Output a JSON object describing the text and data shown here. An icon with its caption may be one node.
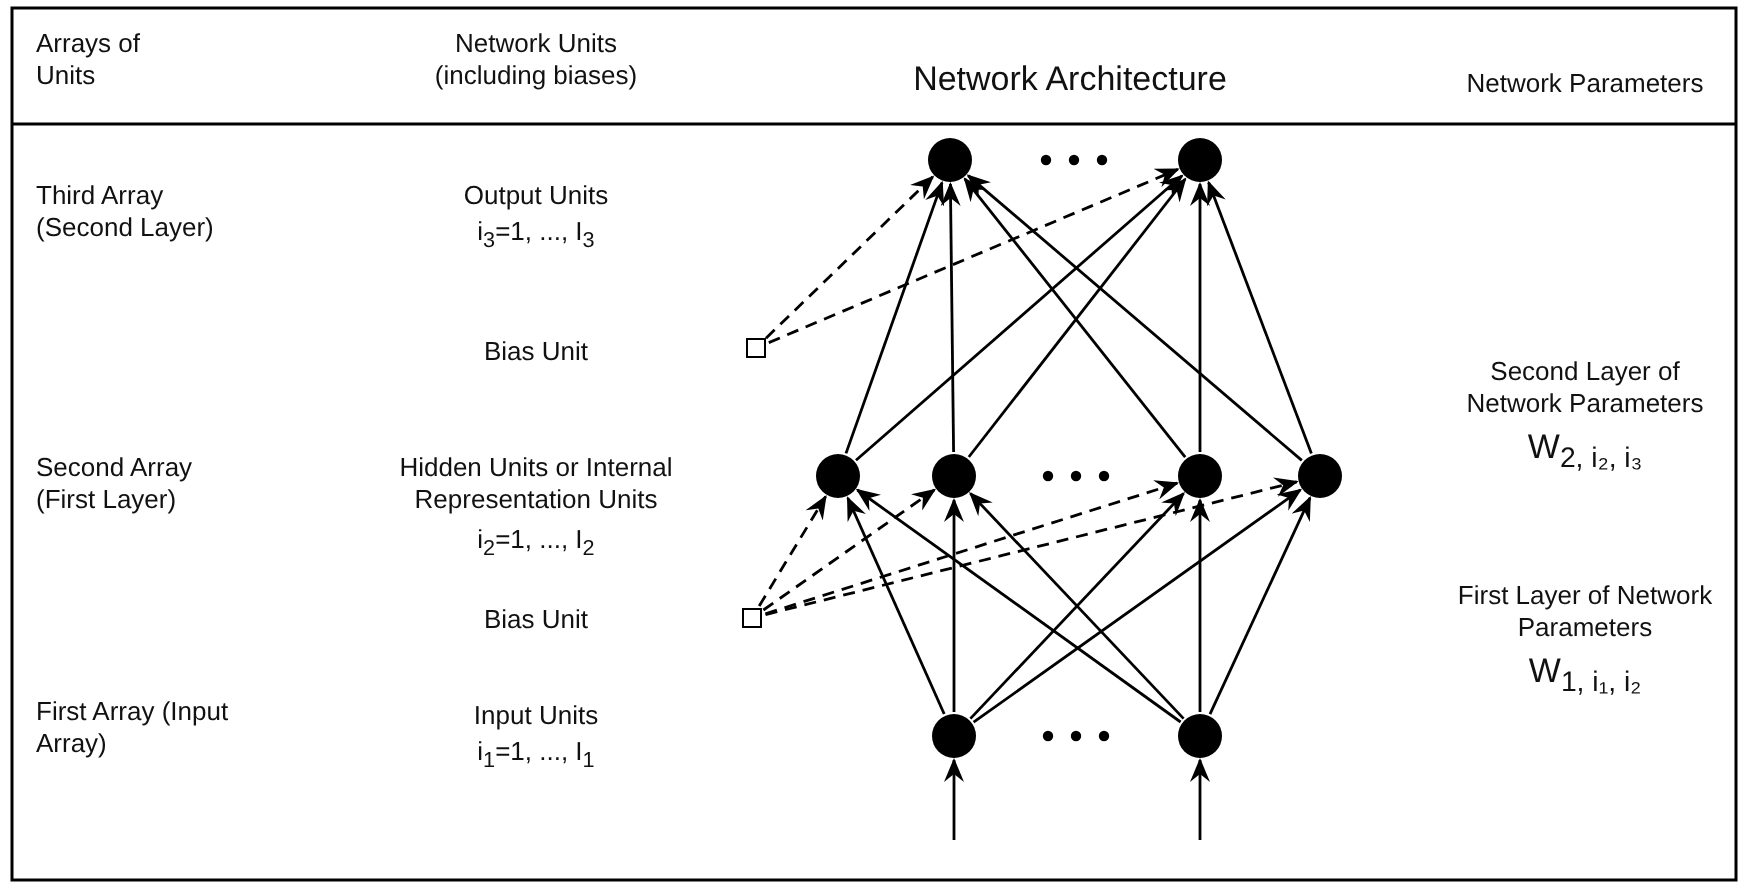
{
  "diagram": {
    "nodes": [
      {
        "text": [],
        "shape": "circle"
      },
      {
        "text": [],
        "shape": "circle"
      },
      {
        "text": [],
        "shape": "box"
      },
      {
        "text": [],
        "shape": "circle"
      },
      {
        "text": [],
        "shape": "circle"
      },
      {
        "text": [],
        "shape": "circle"
      },
      {
        "text": [],
        "shape": "circle"
      },
      {
        "text": [],
        "shape": "box"
      },
      {
        "text": [],
        "shape": "circle"
      },
      {
        "text": [],
        "shape": "circle"
      }
    ],
    "edges": [
      {
        "from": 2,
        "to": 0,
        "arrow": "to",
        "style": "dashed"
      },
      {
        "from": 2,
        "to": 1,
        "arrow": "to",
        "style": "dashed"
      },
      {
        "from": 3,
        "to": 0,
        "arrow": "to"
      },
      {
        "from": 3,
        "to": 1,
        "arrow": "to"
      },
      {
        "from": 4,
        "to": 0,
        "arrow": "to"
      },
      {
        "from": 4,
        "to": 1,
        "arrow": "to"
      },
      {
        "from": 5,
        "to": 0,
        "arrow": "to"
      },
      {
        "from": 5,
        "to": 1,
        "arrow": "to"
      },
      {
        "from": 6,
        "to": 0,
        "arrow": "to"
      },
      {
        "from": 6,
        "to": 1,
        "arrow": "to"
      },
      {
        "from": 7,
        "to": 3,
        "arrow": "to",
        "style": "dashed"
      },
      {
        "from": 7,
        "to": 4,
        "arrow": "to",
        "style": "dashed"
      },
      {
        "from": 7,
        "to": 5,
        "arrow": "to",
        "style": "dashed"
      },
      {
        "from": 7,
        "to": 6,
        "arrow": "to",
        "style": "dashed"
      },
      {
        "from": 8,
        "to": 3,
        "arrow": "to"
      },
      {
        "from": 8,
        "to": 4,
        "arrow": "to"
      },
      {
        "from": 8,
        "to": 5,
        "arrow": "to"
      },
      {
        "from": 8,
        "to": 6,
        "arrow": "to"
      },
      {
        "from": 9,
        "to": 3,
        "arrow": "to"
      },
      {
        "from": 9,
        "to": 4,
        "arrow": "to"
      },
      {
        "from": 9,
        "to": 5,
        "arrow": "to"
      },
      {
        "from": 9,
        "to": 6,
        "arrow": "to"
      },
      {
        "from": null,
        "to": 8,
        "arrow": "to"
      },
      {
        "from": null,
        "to": 9,
        "arrow": "to"
      }
    ],
    "labels": [
      "Arrays of Units",
      "Network Units (including biases)",
      "Network Architecture",
      "Network Parameters",
      "Third Array (Second Layer)",
      "Output Units",
      "i$_{3}$=1, ..., I$_{3}$",
      "Bias Unit",
      "Second Layer of Network Parameters",
      "W$_{2, i₂, i₃}$",
      "Second Array (First Layer)",
      "Hidden Units or Internal Representation Units",
      "i$_{2}$=1, ..., I$_{2}$",
      "Bias Unit",
      "First Layer of Network Parameters",
      "W$_{1, i₁, i₂}$",
      "First Array (Input Array)",
      "Input Units",
      "i$_{1}$=1, ..., I$_{1}$"
    ]
  }
}
